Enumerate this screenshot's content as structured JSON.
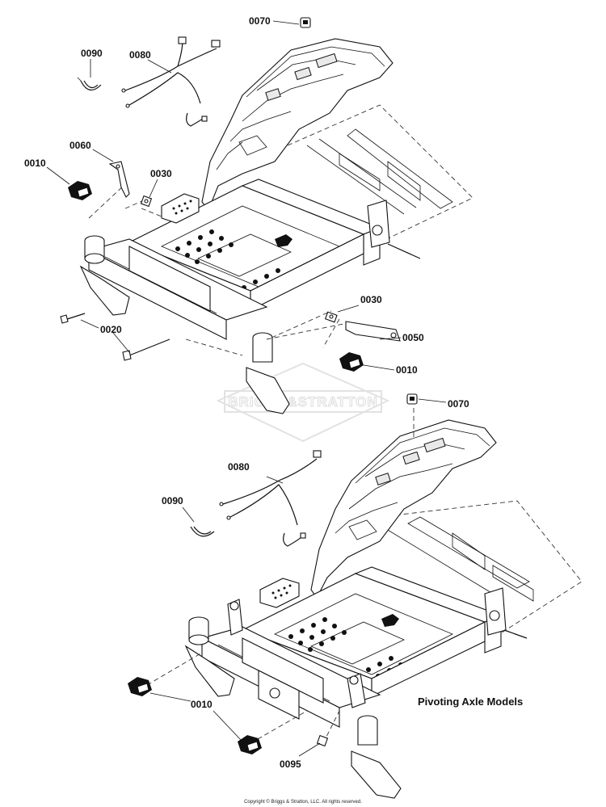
{
  "diagram": {
    "callouts_top": {
      "c0070": "0070",
      "c0090": "0090",
      "c0080": "0080",
      "c0060": "0060",
      "c0010a": "0010",
      "c0030a": "0030",
      "c0030b": "0030",
      "c0050": "0050",
      "c0010b": "0010",
      "c0020": "0020"
    },
    "callouts_bottom": {
      "c0070": "0070",
      "c0080": "0080",
      "c0090": "0090",
      "c0010": "0010",
      "c0095": "0095"
    },
    "caption": "Pivoting Axle Models",
    "watermark": "BRIGGS&STRATTON",
    "copyright": "Copyright © Briggs & Stratton, LLC. All rights reserved."
  }
}
